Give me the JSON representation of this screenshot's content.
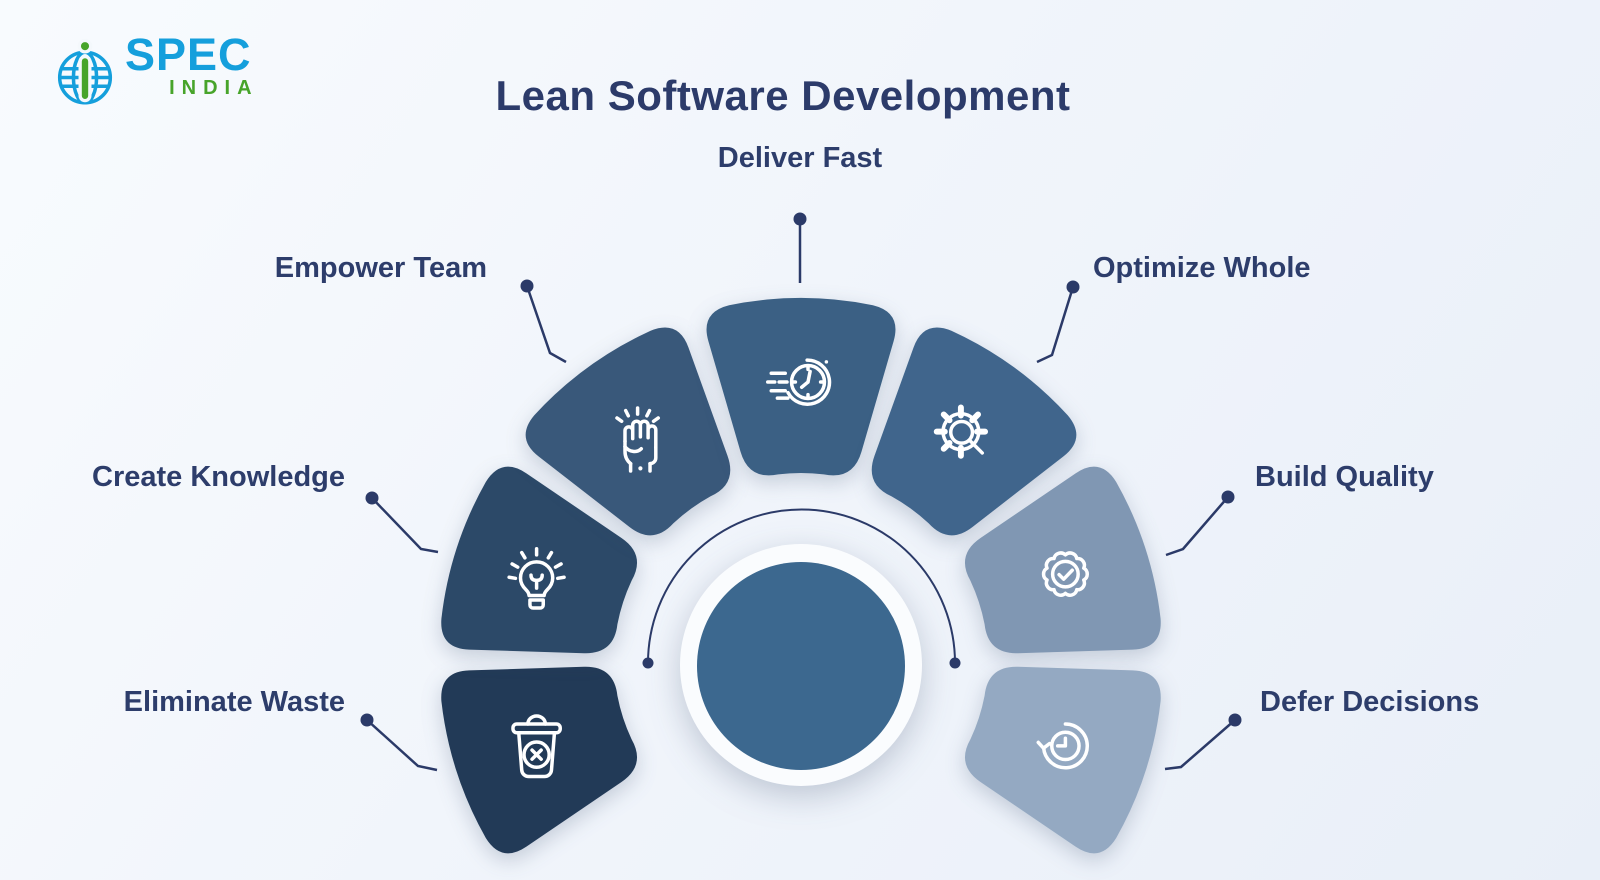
{
  "logo": {
    "brand": "SPEC",
    "country": "INDIA",
    "blue": "#159fdc",
    "green": "#47a42a"
  },
  "title": "Lean Software Development",
  "diagram": {
    "accent_color": "#2b3a68",
    "center_color": "#3c688f",
    "segments": [
      {
        "label": "Eliminate Waste",
        "icon": "trash-x-icon",
        "color": "#223a57",
        "angle": 198
      },
      {
        "label": "Create Knowledge",
        "icon": "bulb-icon",
        "color": "#2c4968",
        "angle": 162
      },
      {
        "label": "Empower Team",
        "icon": "fist-icon",
        "color": "#39587a",
        "angle": 126
      },
      {
        "label": "Deliver Fast",
        "icon": "fast-clock-icon",
        "color": "#3b6084",
        "angle": 90
      },
      {
        "label": "Optimize Whole",
        "icon": "gear-search-icon",
        "color": "#40658c",
        "angle": 54
      },
      {
        "label": "Build Quality",
        "icon": "badge-check-icon",
        "color": "#8097b3",
        "angle": 18
      },
      {
        "label": "Defer Decisions",
        "icon": "history-clock-icon",
        "color": "#94a9c2",
        "angle": -18
      }
    ]
  }
}
